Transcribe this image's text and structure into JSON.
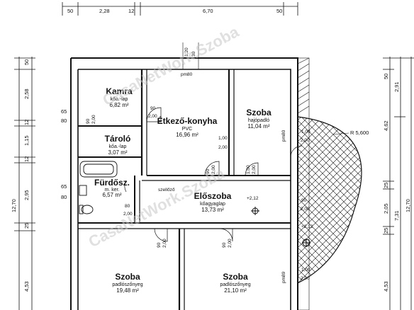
{
  "top_dims_row1": [
    "50",
    "2,28",
    "12",
    "6,70",
    "50"
  ],
  "left_dims_outer": [
    "50",
    "2,58",
    "12",
    "1,15",
    "12",
    "2,95",
    "25",
    "4,53"
  ],
  "left_dims_total": "12,70",
  "left_markers": [
    "65",
    "80",
    "65",
    "80"
  ],
  "right_dims_inner": [
    "50",
    "4,62",
    "25",
    "2,05",
    "25",
    "4,53"
  ],
  "right_dims_mid": [
    "2,91",
    "7,31"
  ],
  "right_dims_total": "12,70",
  "radius_label": "R 5,600",
  "rooms": {
    "kamra": {
      "name": "Kamra",
      "floor": "kőa.-lap",
      "area": "6,82 m²"
    },
    "etkezo": {
      "name": "Étkező-konyha",
      "floor": "PVC",
      "area": "16,96 m²"
    },
    "szoba1": {
      "name": "Szoba",
      "floor": "hajópadló",
      "area": "11,04 m²"
    },
    "tarolo": {
      "name": "Tároló",
      "floor": "kőa.-lap",
      "area": "3,07 m²"
    },
    "furdo": {
      "name": "Fürdősz.",
      "floor": "m. ker.",
      "area": "6,57 m²"
    },
    "eloszoba": {
      "name": "Előszoba",
      "floor": "kőagyaglap",
      "area": "13,73 m²"
    },
    "szoba2": {
      "name": "Szoba",
      "floor": "padlószőnyeg",
      "area": "19,48 m²"
    },
    "szoba3": {
      "name": "Szoba",
      "floor": "padlószőnyeg",
      "area": "21,10 m²"
    }
  },
  "labels": {
    "pm80_top": "pm80",
    "pm80_right": "pm80",
    "pm89": "pm89",
    "szellozo": "szellőző",
    "level": "+2,12",
    "level2": "+2,12",
    "vent_top_a": "1,20",
    "vent_top_b": "30"
  },
  "opening_labels": [
    {
      "a": "90",
      "b": "2,00"
    },
    {
      "a": "1,00",
      "b": "2,00"
    },
    {
      "a": "90",
      "b": "2,00"
    },
    {
      "a": "1,00",
      "b": "2,00"
    },
    {
      "a": "90",
      "b": "2,00"
    },
    {
      "a": "80",
      "b": "2,00"
    },
    {
      "a": "90",
      "b": "2,00"
    },
    {
      "a": "90",
      "b": "2,00"
    },
    {
      "a": "90",
      "b": "2,00"
    },
    {
      "a": "1,00",
      "b": "2,00"
    },
    {
      "a": "1,00",
      "b": "2,00"
    }
  ],
  "watermark": [
    "CasaNetWork.Szoba",
    "CasaNetWork.Szoba"
  ]
}
